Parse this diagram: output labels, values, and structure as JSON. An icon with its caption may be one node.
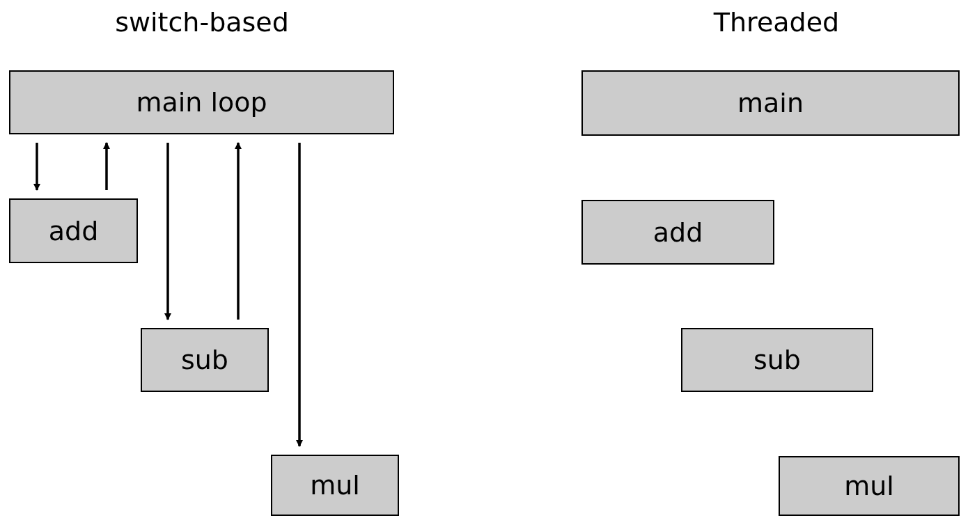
{
  "diagram": {
    "nodes": [
      {
        "text": [
          "main loop"
        ]
      },
      {
        "text": [
          "add"
        ]
      },
      {
        "text": [
          "sub"
        ]
      },
      {
        "text": [
          "mul"
        ]
      },
      {
        "text": [
          "main"
        ]
      },
      {
        "text": [
          "add"
        ]
      },
      {
        "text": [
          "sub"
        ]
      },
      {
        "text": [
          "mul"
        ]
      }
    ],
    "edges": [
      {
        "from": 0,
        "to": 1,
        "arrow": "to"
      },
      {
        "from": 1,
        "to": 0,
        "arrow": "to"
      },
      {
        "from": 0,
        "to": 2,
        "arrow": "to"
      },
      {
        "from": 2,
        "to": 0,
        "arrow": "to"
      },
      {
        "from": 0,
        "to": 3,
        "arrow": "to"
      }
    ],
    "labels": [
      "switch-based",
      "Threaded"
    ]
  }
}
